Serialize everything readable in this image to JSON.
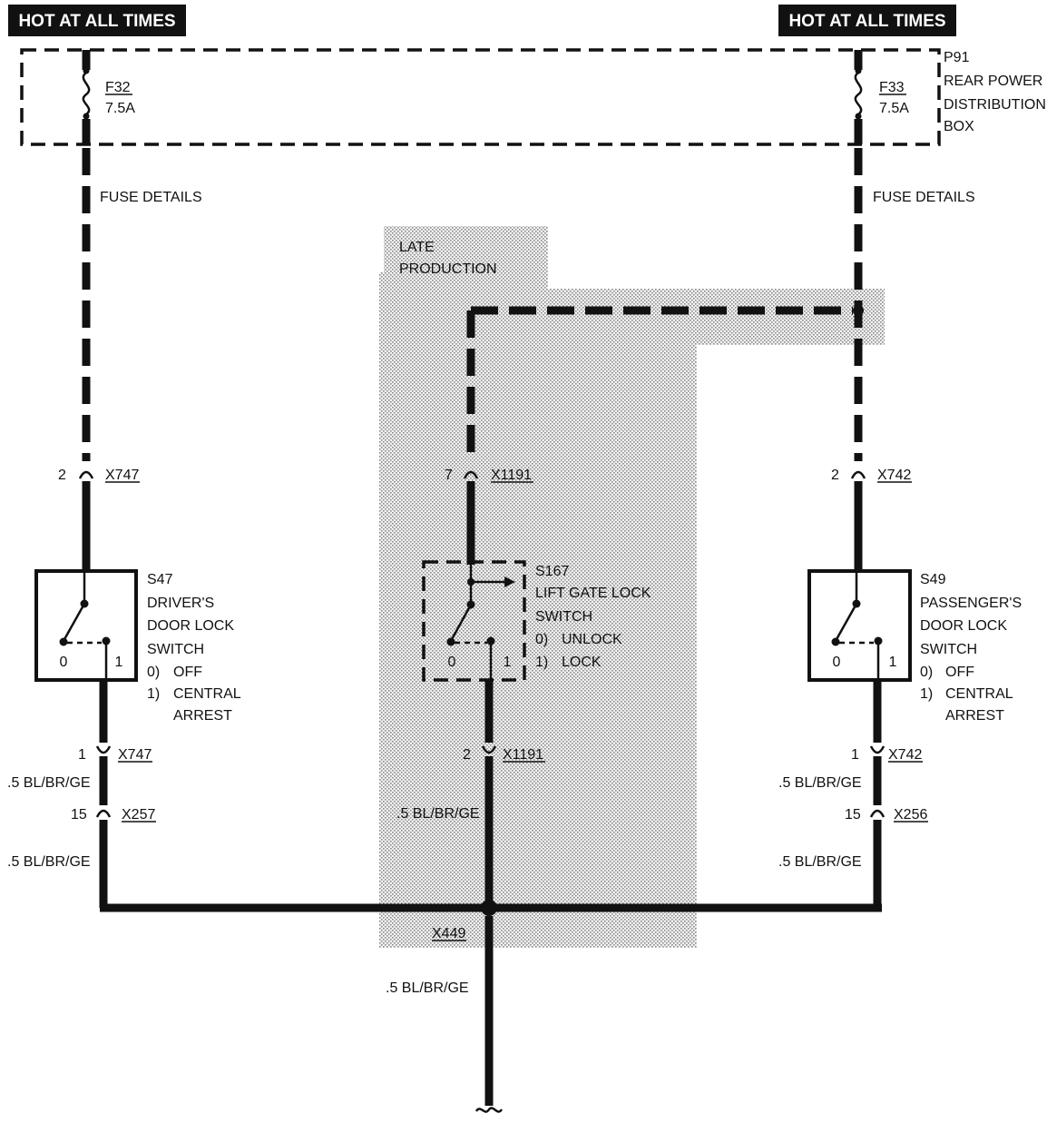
{
  "banners": {
    "left": "HOT AT ALL TIMES",
    "right": "HOT AT ALL TIMES"
  },
  "distribution_box": {
    "id": "P91",
    "line1": "REAR POWER",
    "line2": "DISTRIBUTION",
    "line3": "BOX"
  },
  "fuses": {
    "left": {
      "name": "F32",
      "rating": "7.5A"
    },
    "right": {
      "name": "F33",
      "rating": "7.5A"
    }
  },
  "fuse_details": {
    "left": "FUSE DETAILS",
    "right": "FUSE DETAILS"
  },
  "late_production": {
    "line1": "LATE",
    "line2": "PRODUCTION"
  },
  "connectors": {
    "x747_top": {
      "pin": "2",
      "name": "X747"
    },
    "x1191_top": {
      "pin": "7",
      "name": "X1191"
    },
    "x742_top": {
      "pin": "2",
      "name": "X742"
    },
    "x747_bottom": {
      "pin": "1",
      "name": "X747"
    },
    "x1191_bottom": {
      "pin": "2",
      "name": "X1191"
    },
    "x742_bottom": {
      "pin": "1",
      "name": "X742"
    },
    "x257": {
      "pin": "15",
      "name": "X257"
    },
    "x256": {
      "pin": "15",
      "name": "X256"
    },
    "x449": {
      "name": "X449"
    }
  },
  "switches": {
    "s47": {
      "id": "S47",
      "line1": "DRIVER'S",
      "line2": "DOOR LOCK",
      "line3": "SWITCH",
      "pos0": "0",
      "pos1": "1",
      "state0_num": "0)",
      "state0_label": "OFF",
      "state1_num": "1)",
      "state1_label": "CENTRAL",
      "state1_label2": "ARREST"
    },
    "s167": {
      "id": "S167",
      "line1": "LIFT GATE LOCK",
      "line2": "SWITCH",
      "pos0": "0",
      "pos1": "1",
      "state0_num": "0)",
      "state0_label": "UNLOCK",
      "state1_num": "1)",
      "state1_label": "LOCK"
    },
    "s49": {
      "id": "S49",
      "line1": "PASSENGER'S",
      "line2": "DOOR LOCK",
      "line3": "SWITCH",
      "pos0": "0",
      "pos1": "1",
      "state0_num": "0)",
      "state0_label": "OFF",
      "state1_num": "1)",
      "state1_label": "CENTRAL",
      "state1_label2": "ARREST"
    }
  },
  "wires": {
    "left_upper": ".5 BL/BR/GE",
    "left_lower": ".5 BL/BR/GE",
    "center_upper": ".5 BL/BR/GE",
    "center_lower": ".5 BL/BR/GE",
    "right_upper": ".5 BL/BR/GE",
    "right_lower": ".5 BL/BR/GE"
  },
  "colors": {
    "ink": "#111111",
    "banner": "#111111",
    "shading": "#d9d9d9",
    "background": "#ffffff"
  }
}
